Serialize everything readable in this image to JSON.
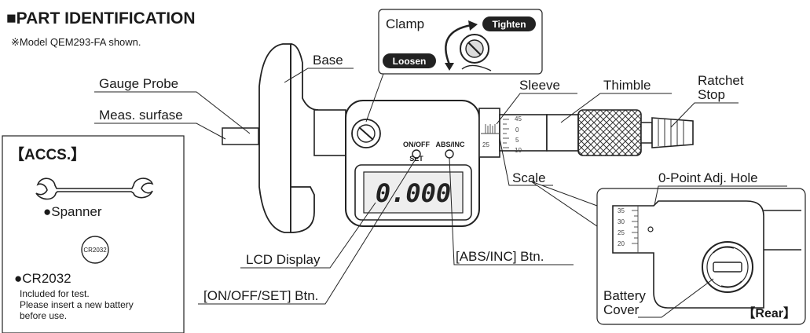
{
  "header": {
    "title": "■PART IDENTIFICATION",
    "subtitle": "※Model QEM293-FA shown."
  },
  "labels": {
    "base": "Base",
    "gauge_probe": "Gauge Probe",
    "meas_surface": "Meas. surfase",
    "clamp": "Clamp",
    "tighten": "Tighten",
    "loosen": "Loosen",
    "sleeve": "Sleeve",
    "thimble": "Thimble",
    "ratchet_stop_line1": "Ratchet",
    "ratchet_stop_line2": "Stop",
    "scale": "Scale",
    "zero_point": "0-Point Adj. Hole",
    "lcd_display": "LCD Display",
    "abs_inc_btn": "[ABS/INC] Btn.",
    "on_off_set_btn": "[ON/OFF/SET] Btn.",
    "battery_cover_line1": "Battery",
    "battery_cover_line2": "Cover",
    "rear": "【Rear】"
  },
  "device": {
    "btn_on_off": "ON/OFF",
    "btn_set": "SET",
    "btn_abs_inc": "ABS/INC",
    "lcd_value": "0.000",
    "scale_marks": [
      "45",
      "0",
      "5",
      "10"
    ],
    "sleeve_mark": "25",
    "rear_scale_marks": [
      "35",
      "30",
      "25",
      "20"
    ]
  },
  "accs": {
    "title": "【ACCS.】",
    "spanner": "●Spanner",
    "battery_label": "CR2032",
    "cr2032": "●CR2032",
    "note_line1": "Included for test.",
    "note_line2": "Please insert a new battery",
    "note_line3": "before use."
  }
}
